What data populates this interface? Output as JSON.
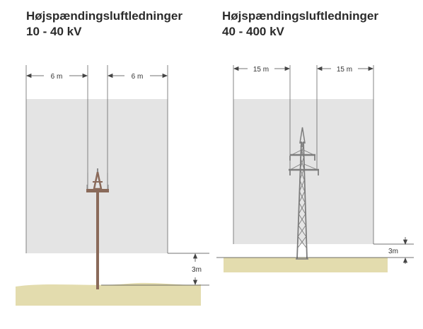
{
  "left": {
    "title_line1": "Højspændingsluftledninger",
    "title_line2": "10 - 40 kV",
    "width_label_left": "6 m",
    "width_label_right": "6 m",
    "height_label": "3m"
  },
  "right": {
    "title_line1": "Højspændingsluftledninger",
    "title_line2": "40 - 400 kV",
    "width_label_left": "15 m",
    "width_label_right": "15 m",
    "height_label": "3m"
  },
  "colors": {
    "zone_fill": "#e4e4e4",
    "ground_fill": "#e3dcae",
    "pole": "#8a6a5a",
    "pylon": "#7d7d7d",
    "line": "#555555"
  }
}
